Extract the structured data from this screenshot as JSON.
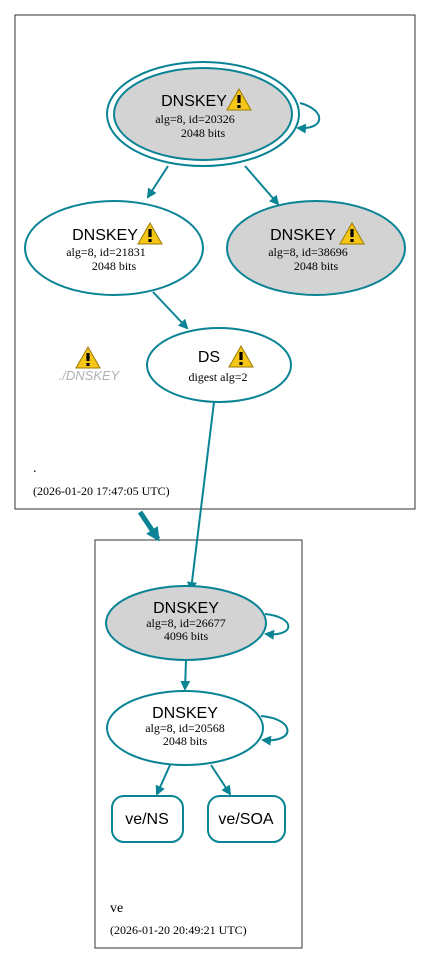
{
  "colors": {
    "edge": "#0a8494",
    "node_stroke": "#0a8494",
    "node_fill_grey": "#d3d3d3",
    "node_fill_white": "#ffffff",
    "warning_fill": "#f5c518"
  },
  "zones": [
    {
      "name": ".",
      "timestamp": "(2026-01-20 17:47:05 UTC)"
    },
    {
      "name": "ve",
      "timestamp": "(2026-01-20 20:49:21 UTC)"
    }
  ],
  "nodes": {
    "root_ksk": {
      "title": "DNSKEY",
      "line1": "alg=8, id=20326",
      "line2": "2048 bits",
      "warning": true
    },
    "root_zsk1": {
      "title": "DNSKEY",
      "line1": "alg=8, id=21831",
      "line2": "2048 bits",
      "warning": true
    },
    "root_zsk2": {
      "title": "DNSKEY",
      "line1": "alg=8, id=38696",
      "line2": "2048 bits",
      "warning": true
    },
    "ds": {
      "title": "DS",
      "line1": "digest alg=2",
      "warning": true
    },
    "ghost": {
      "label": "./DNSKEY",
      "warning": true
    },
    "ve_ksk": {
      "title": "DNSKEY",
      "line1": "alg=8, id=26677",
      "line2": "4096 bits"
    },
    "ve_zsk": {
      "title": "DNSKEY",
      "line1": "alg=8, id=20568",
      "line2": "2048 bits"
    },
    "ve_ns": {
      "label": "ve/NS"
    },
    "ve_soa": {
      "label": "ve/SOA"
    }
  }
}
